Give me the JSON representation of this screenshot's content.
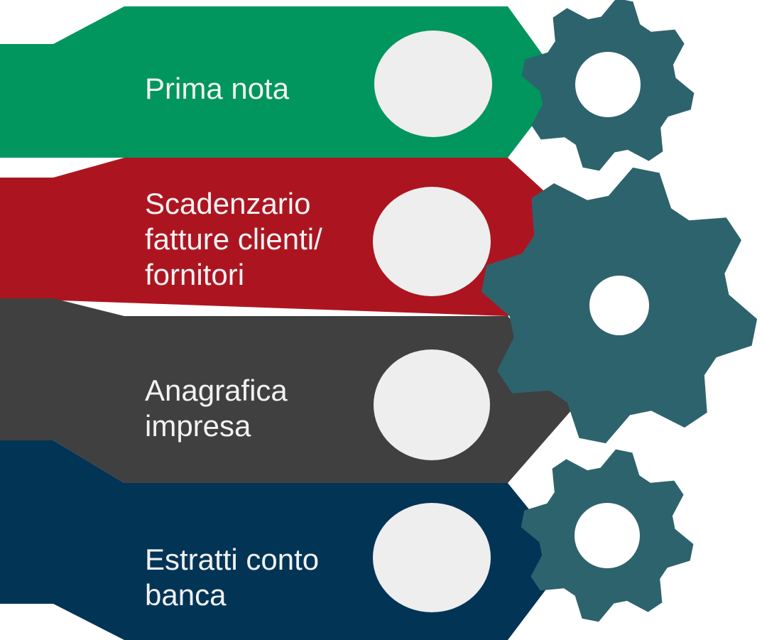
{
  "bands": [
    {
      "label": "Prima nota",
      "color": "#00965e"
    },
    {
      "label": "Scadenzario\nfatture clienti/\nfornitori",
      "color": "#ac1520"
    },
    {
      "label": "Anagrafica\nimpresa",
      "color": "#404040"
    },
    {
      "label": "Estratti conto\nbanca",
      "color": "#023456"
    }
  ],
  "colors": {
    "gear": "#2d636d",
    "circle": "#eeeeee",
    "background": "#ffffff"
  },
  "icons": [
    "gear-icon",
    "gear-icon",
    "gear-icon"
  ]
}
